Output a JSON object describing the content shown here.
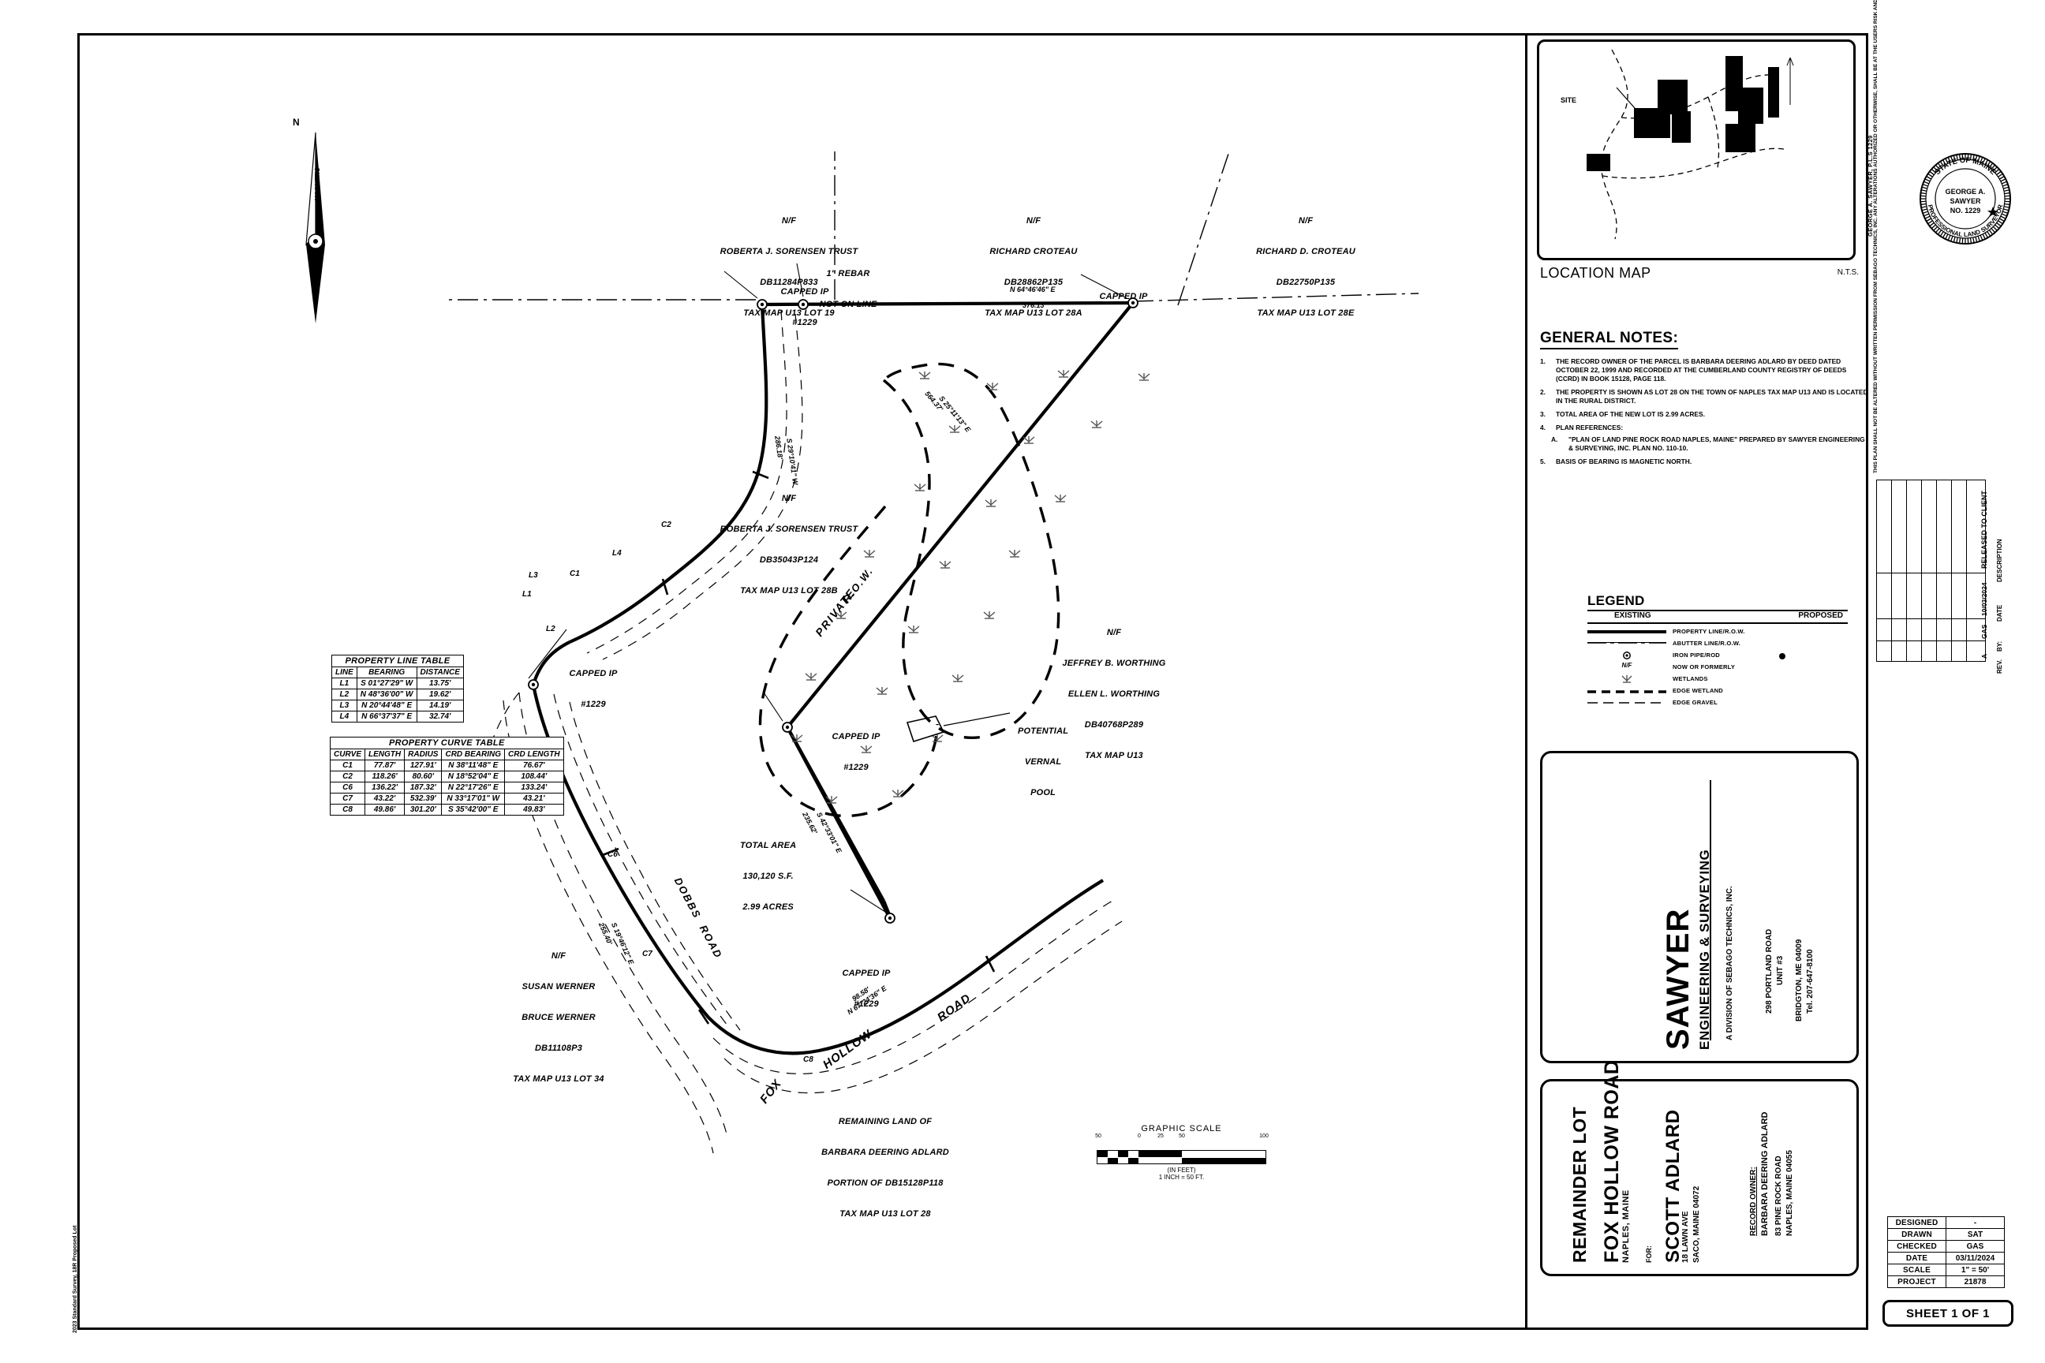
{
  "sheet": {
    "edge_note": "2023 Standard Survey, 18R Proposed Lot"
  },
  "location_map": {
    "title": "LOCATION MAP",
    "scale_note": "N.T.S.",
    "site_label": "SITE"
  },
  "general_notes": {
    "heading": "GENERAL NOTES:",
    "items": [
      {
        "num": "1.",
        "text": "THE RECORD OWNER OF THE PARCEL IS BARBARA DEERING ADLARD BY DEED DATED OCTOBER 22, 1999 AND RECORDED AT THE CUMBERLAND COUNTY REGISTRY OF DEEDS (CCRD) IN BOOK 15128, PAGE 118."
      },
      {
        "num": "2.",
        "text": "THE PROPERTY IS SHOWN AS LOT 28 ON THE TOWN OF NAPLES TAX MAP U13 AND IS LOCATED IN THE RURAL DISTRICT."
      },
      {
        "num": "3.",
        "text": "TOTAL AREA OF THE NEW LOT IS 2.99 ACRES."
      },
      {
        "num": "4.",
        "text": "PLAN REFERENCES:"
      },
      {
        "num": "5.",
        "text": "BASIS OF BEARING IS MAGNETIC NORTH."
      }
    ],
    "sub_item": {
      "num": "A.",
      "text": "\"PLAN OF LAND PINE ROCK ROAD NAPLES, MAINE\" PREPARED BY SAWYER ENGINEERING & SURVEYING, INC. PLAN NO. 110-10."
    }
  },
  "legend": {
    "heading": "LEGEND",
    "col_existing": "EXISTING",
    "col_proposed": "PROPOSED",
    "rows": [
      {
        "label": "PROPERTY LINE/R.O.W.",
        "symbol": "solid-thick-line",
        "proposed": ""
      },
      {
        "label": "ABUTTER LINE/R.O.W.",
        "symbol": "dash-dot-line",
        "proposed": ""
      },
      {
        "label": "IRON PIPE/ROD",
        "symbol": "iron-pipe-open-circle",
        "proposed": "iron-pipe-filled-circle"
      },
      {
        "label": "NOW OR FORMERLY",
        "symbol": "nf-text",
        "proposed": ""
      },
      {
        "label": "WETLANDS",
        "symbol": "wetland-tuft",
        "proposed": ""
      },
      {
        "label": "EDGE WETLAND",
        "symbol": "heavy-dashed-line",
        "proposed": ""
      },
      {
        "label": "EDGE GRAVEL",
        "symbol": "light-dashed-line",
        "proposed": ""
      }
    ],
    "nf_symbol_text": "N/F"
  },
  "firm": {
    "name": "SAWYER",
    "discipline": "ENGINEERING & SURVEYING",
    "division": "A DIVISION OF SEBAGO TECHNICS, INC.",
    "address1": "298 PORTLAND ROAD",
    "address2": "UNIT #3",
    "address3": "BRIDGTON, ME 04009",
    "phone": "Tel. 207-647-8100"
  },
  "seal": {
    "line1": "STATE OF MAINE",
    "name": "GEORGE A.",
    "surname": "SAWYER",
    "number": "NO. 1229",
    "line_bottom": "PROFESSIONAL LAND SURVEYOR"
  },
  "disclaimer": "THIS PLAN SHALL NOT BE ALTERED WITHOUT WRITTEN PERMISSION FROM SEBAGO TECHNICS, INC. ANY ALTERATIONS AUTHORIZED OR OTHERWISE, SHALL BE AT THE USERS RISK AND WITHOUT LIABILITY TO SEBAGO TECHNICS, INC.",
  "revisions": {
    "col_labels": {
      "rev": "REV.",
      "by": "BY:",
      "date": "DATE",
      "desc": "DESCRIPTION"
    },
    "rows": [
      {
        "rev": "A",
        "by": "GAS",
        "date": "10/03/2024",
        "description": "RELEASED TO CLIENT"
      }
    ]
  },
  "title_block": {
    "line1": "REMAINDER LOT",
    "line2": "FOX HOLLOW ROAD",
    "line3": "NAPLES, MAINE",
    "for_label": "FOR:",
    "client": "SCOTT ADLARD",
    "client_addr1": "18 LAWN AVE",
    "client_addr2": "SACO, MAINE 04072",
    "record_owner_label": "RECORD OWNER:",
    "record_owner": "BARBARA DEERING ADLARD",
    "owner_addr1": "83 PINE ROCK ROAD",
    "owner_addr2": "NAPLES, MAINE 04055"
  },
  "meta_table": {
    "rows": [
      {
        "key": "DESIGNED",
        "value": "-"
      },
      {
        "key": "DRAWN",
        "value": "SAT"
      },
      {
        "key": "CHECKED",
        "value": "GAS"
      },
      {
        "key": "DATE",
        "value": "03/11/2024"
      },
      {
        "key": "SCALE",
        "value": "1\" = 50'"
      },
      {
        "key": "PROJECT",
        "value": "21878"
      }
    ]
  },
  "sheet_number": "SHEET 1  OF 1",
  "graphic_scale": {
    "title": "GRAPHIC SCALE",
    "ticks": [
      "50",
      "0",
      "25",
      "50",
      "100"
    ],
    "units": "(IN FEET)",
    "equivalence": "1 INCH = 50 FT."
  },
  "property_line_table": {
    "title": "PROPERTY LINE TABLE",
    "headers": [
      "LINE",
      "BEARING",
      "DISTANCE"
    ],
    "rows": [
      [
        "L1",
        "S 01°27'29\" W",
        "13.75'"
      ],
      [
        "L2",
        "N 48°36'00\" W",
        "19.62'"
      ],
      [
        "L3",
        "N 20°44'48\" E",
        "14.19'"
      ],
      [
        "L4",
        "N 66°37'37\" E",
        "32.74'"
      ]
    ]
  },
  "property_curve_table": {
    "title": "PROPERTY CURVE TABLE",
    "headers": [
      "CURVE",
      "LENGTH",
      "RADIUS",
      "CRD BEARING",
      "CRD LENGTH"
    ],
    "rows": [
      [
        "C1",
        "77.87'",
        "127.91'",
        "N 38°11'48\" E",
        "76.67'"
      ],
      [
        "C2",
        "118.26'",
        "80.60'",
        "N 18°52'04\" E",
        "108.44'"
      ],
      [
        "C6",
        "136.22'",
        "187.32'",
        "N 22°17'26\" E",
        "133.24'"
      ],
      [
        "C7",
        "43.22'",
        "532.39'",
        "N 33°17'01\" W",
        "43.21'"
      ],
      [
        "C8",
        "49.86'",
        "301.20'",
        "S 35°42'00\" E",
        "49.83'"
      ]
    ]
  },
  "plan_labels": {
    "north_arrow": "MAGNETIC",
    "north_letter": "N",
    "total_area": {
      "l1": "TOTAL AREA",
      "l2": "130,120 S.F.",
      "l3": "2.99 ACRES"
    },
    "vernal_pool": {
      "l1": "POTENTIAL",
      "l2": "VERNAL",
      "l3": "POOL"
    },
    "remaining_land": {
      "l1": "REMAINING LAND OF",
      "l2": "BARBARA DEERING ADLARD",
      "l3": "PORTION OF DB15128P118",
      "l4": "TAX MAP U13 LOT 28"
    },
    "monuments": [
      {
        "id": "mon-1",
        "l1": "CAPPED IP",
        "l2": "#1229"
      },
      {
        "id": "mon-2",
        "l1": "1\" REBAR",
        "l2": "NOT ON LINE"
      },
      {
        "id": "mon-3",
        "l1": "CAPPED IP",
        "l2": ""
      },
      {
        "id": "mon-4",
        "l1": "CAPPED IP",
        "l2": "#1229"
      },
      {
        "id": "mon-5",
        "l1": "CAPPED IP",
        "l2": "#1229"
      },
      {
        "id": "mon-6",
        "l1": "CAPPED IP",
        "l2": "#1229"
      }
    ],
    "abutters": [
      {
        "id": "sorensen-lot19",
        "l1": "N/F",
        "l2": "ROBERTA J. SORENSEN TRUST",
        "l3": "DB11284P833",
        "l4": "TAX MAP U13 LOT 19"
      },
      {
        "id": "croteau-lot28a",
        "l1": "N/F",
        "l2": "RICHARD CROTEAU",
        "l3": "DB28862P135",
        "l4": "TAX MAP U13 LOT 28A"
      },
      {
        "id": "croteau-lot28e",
        "l1": "N/F",
        "l2": "RICHARD D. CROTEAU",
        "l3": "DB22750P135",
        "l4": "TAX MAP U13 LOT 28E"
      },
      {
        "id": "sorensen-lot28b",
        "l1": "N/F",
        "l2": "ROBERTA J. SORENSEN TRUST",
        "l3": "DB35043P124",
        "l4": "TAX MAP U13 LOT 28B"
      },
      {
        "id": "worthing",
        "l1": "N/F",
        "l2": "JEFFREY B. WORTHING",
        "l2b": "ELLEN L. WORTHING",
        "l3": "DB40768P289",
        "l4": "TAX MAP U13"
      },
      {
        "id": "werner",
        "l1": "N/F",
        "l2": "SUSAN WERNER",
        "l2b": "BRUCE WERNER",
        "l3": "DB11108P3",
        "l4": "TAX MAP U13 LOT 34"
      }
    ],
    "roads": [
      {
        "id": "fox-hollow-private",
        "text": "PRIVATE"
      },
      {
        "id": "fox-hollow-row",
        "text": "R.O.W."
      },
      {
        "id": "dobbs-road",
        "text": "DOBBS  ROAD"
      },
      {
        "id": "fox-word",
        "text": "FOX"
      },
      {
        "id": "hollow-word",
        "text": "HOLLOW"
      },
      {
        "id": "road-word",
        "text": "ROAD"
      }
    ],
    "bearings": [
      {
        "id": "north-line",
        "text": "N 64°46'46\" E",
        "dist": "376.13'"
      },
      {
        "id": "east-line",
        "text": "S 25°11'13\" E",
        "dist": "564.37'"
      },
      {
        "id": "southwest-line",
        "text": "S 42°33'01\" E",
        "dist": "235.62'"
      },
      {
        "id": "west-line",
        "text": "S 29°10'41\" W",
        "dist": "286.18'"
      },
      {
        "id": "south-line",
        "text": "S 19°46'12\" E",
        "dist": "255.40'"
      },
      {
        "id": "bottom-line",
        "text": "N 67°24'36\" E",
        "dist": "98.58'"
      }
    ]
  },
  "colors": {
    "ink": "#000000",
    "paper": "#ffffff",
    "wetland": "#555555"
  }
}
